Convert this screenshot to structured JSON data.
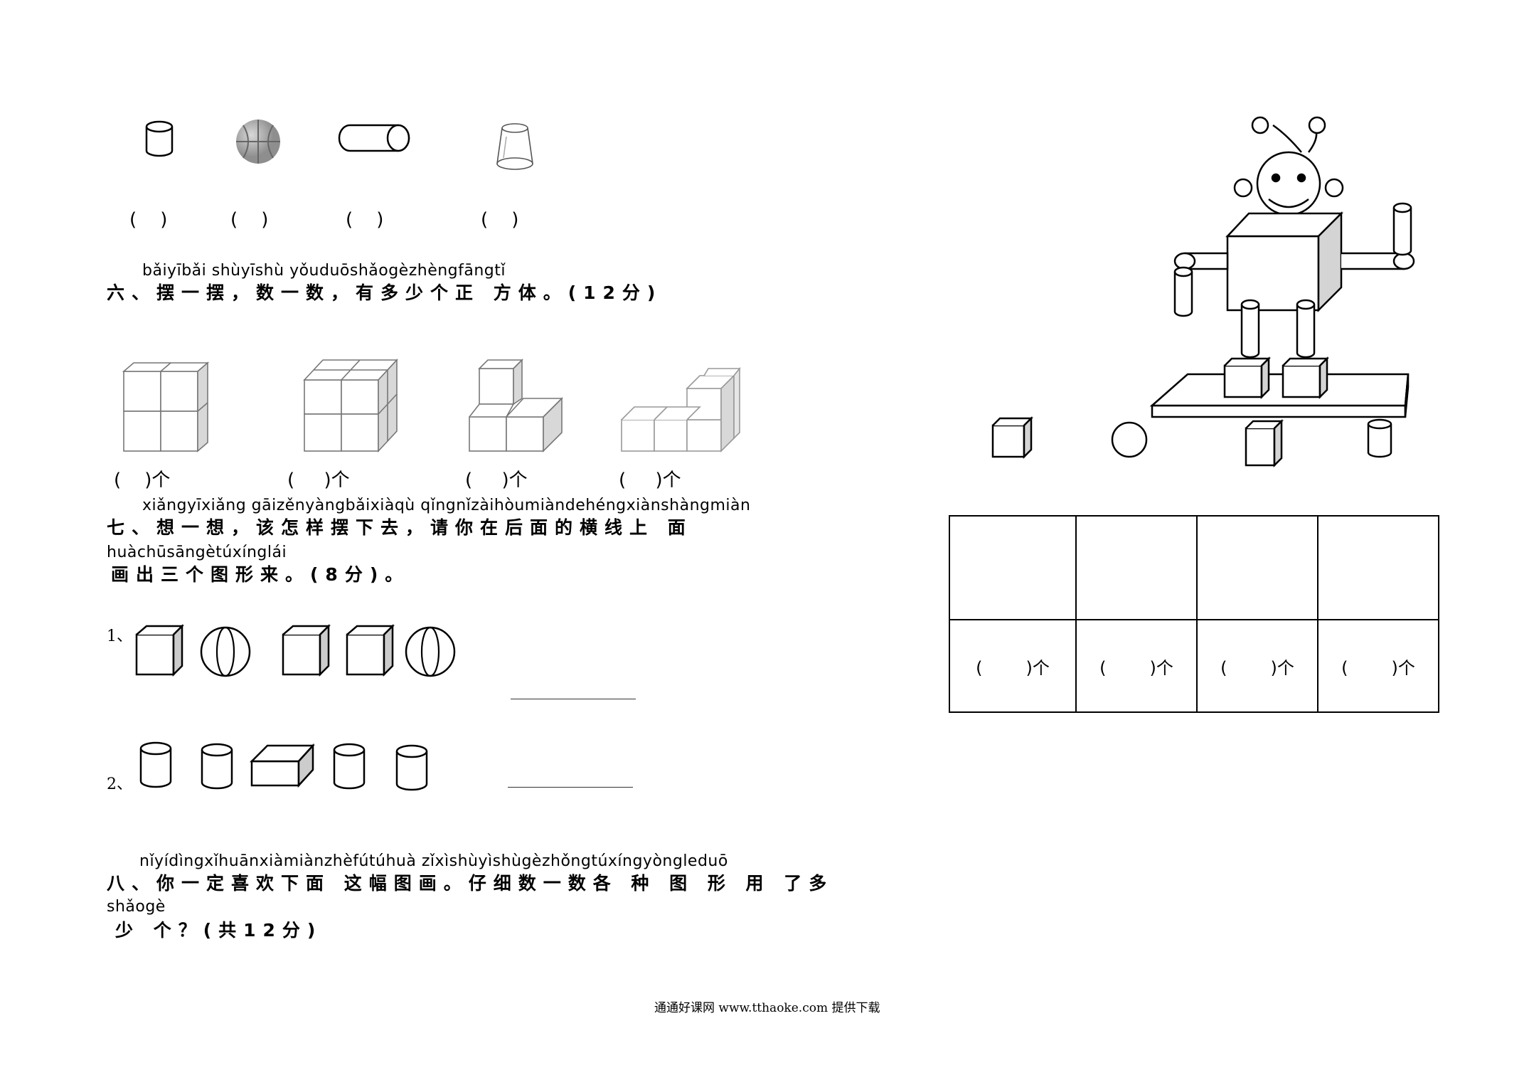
{
  "shape_row_top": {
    "blanks": [
      "(    )",
      "(    )",
      "(    )",
      "(    )"
    ]
  },
  "q6": {
    "pinyin": "bǎiyībǎi  shùyīshù  yǒuduōshǎogèzhèngfāngtǐ",
    "text": "六、摆一摆，数一数，有多少个正 方体。(12分)",
    "answers": [
      "(    )个",
      "(     )个",
      "(     )个",
      "(     )个"
    ]
  },
  "q7": {
    "pinyin1": "xiǎngyīxiǎng  gāizěnyàngbǎixiàqù  qǐngnǐzàihòumiàndehéngxiànshàngmiàn",
    "text1": "七、想一想，该怎样摆下去，请你在后面的横线上 面",
    "pinyin2": "huàchūsāngètúxínglái",
    "text2": "画出三个图形来。(8分)。",
    "item1_label": "1、",
    "item2_label": "2、"
  },
  "q8": {
    "pinyin1": "nǐyídìngxǐhuānxiàmiànzhèfútúhuà  zǐxìshùyìshùgèzhǒngtúxíngyòngleduō",
    "text1": "八、你一定喜欢下面 这幅图画。仔细数一数各 种 图 形 用 了多",
    "pinyin2": "shǎogè",
    "text2": "少 个？(共12分)"
  },
  "count_table": {
    "answers": [
      "(        )个",
      "(        )个",
      "(        )个",
      "(        )个"
    ]
  },
  "footer": "通通好课网 www.tthaoke.com 提供下载"
}
